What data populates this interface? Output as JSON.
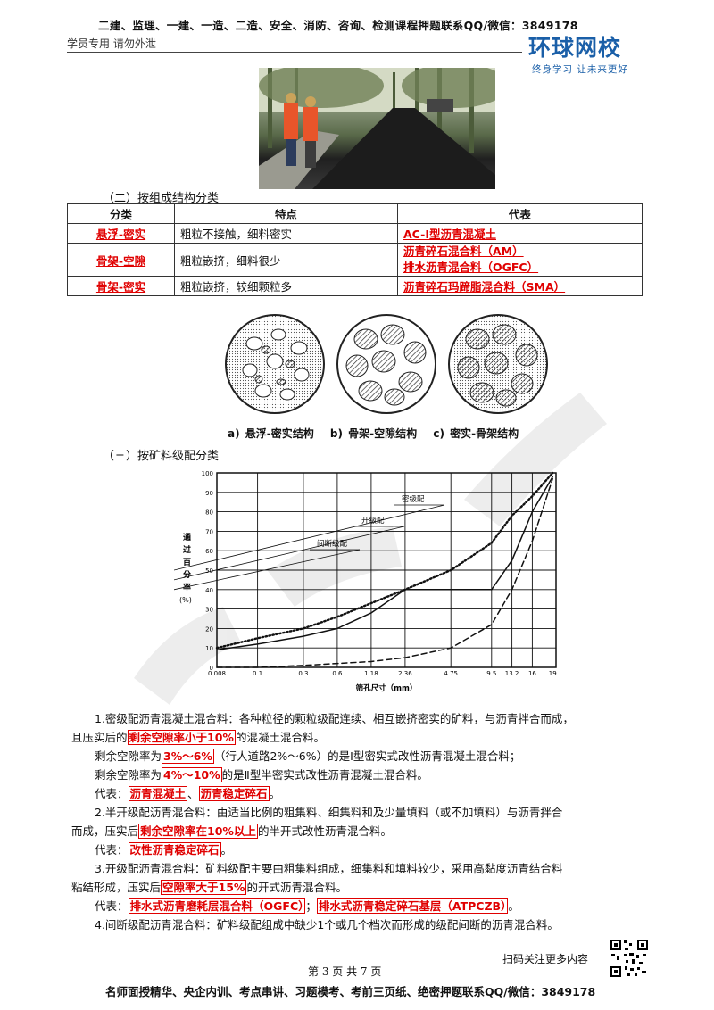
{
  "header": {
    "top_line": "二建、监理、一建、一造、二造、安全、消防、咨询、检测课程押题联系QQ/微信：3849178",
    "left_note": "学员专用 请勿外泄",
    "logo_main": "环球网校",
    "logo_sub": "终身学习 让未来更好"
  },
  "section2": {
    "title": "（二）按组成结构分类",
    "table": {
      "headers": [
        "分类",
        "特点",
        "代表"
      ],
      "rows": [
        {
          "category": "悬浮-密实",
          "feature": "粗粒不接触，细料密实",
          "reps": [
            "AC-Ⅰ型沥青混凝土"
          ]
        },
        {
          "category": "骨架-空隙",
          "feature": "粗粒嵌挤，细料很少",
          "reps": [
            "沥青碎石混合料（AM）",
            "排水沥青混合料（OGFC）"
          ]
        },
        {
          "category": "骨架-密实",
          "feature": "粗粒嵌挤，较细颗粒多",
          "reps": [
            "沥青碎石玛蹄脂混合料（SMA）"
          ]
        }
      ]
    },
    "figure_caption": "a) 悬浮-密实结构　 b) 骨架-空隙结构　 c) 密实-骨架结构"
  },
  "section3": {
    "title": "（三）按矿料级配分类"
  },
  "chart_data": {
    "type": "line",
    "ylabel": "通过百分率(%)",
    "xlabel": "筛孔尺寸（mm）",
    "x_ticks": [
      "0.008",
      "0.1",
      "0.3",
      "0.6",
      "1.18",
      "2.36",
      "4.75",
      "9.5",
      "13.2",
      "16",
      "19"
    ],
    "y_ticks": [
      "0",
      "10",
      "20",
      "30",
      "40",
      "50",
      "60",
      "70",
      "80",
      "90",
      "100"
    ],
    "ylim": [
      0,
      100
    ],
    "series": [
      {
        "name": "密级配",
        "style": "dotted",
        "x_index": [
          0,
          1,
          2,
          3,
          4,
          5,
          6,
          7,
          8,
          9,
          10
        ],
        "values": [
          10,
          15,
          20,
          26,
          33,
          40,
          50,
          64,
          78,
          88,
          100
        ]
      },
      {
        "name": "开级配",
        "style": "dashed",
        "x_index": [
          0,
          1,
          2,
          3,
          4,
          5,
          6,
          7,
          8,
          9,
          10
        ],
        "values": [
          0,
          0,
          1,
          2,
          3,
          5,
          10,
          22,
          40,
          65,
          97
        ]
      },
      {
        "name": "间断级配",
        "style": "solid",
        "x_index": [
          0,
          1,
          2,
          3,
          4,
          5,
          6,
          7,
          8,
          9,
          10
        ],
        "values": [
          9,
          12,
          16,
          20,
          28,
          40,
          40,
          40,
          55,
          80,
          98
        ]
      }
    ],
    "annotations": [
      "密级配",
      "开级配",
      "间断级配"
    ],
    "grid": true
  },
  "paras": {
    "p1a": "1.密级配沥青混凝土混合料：各种粒径的颗粒级配连续、相互嵌挤密实的矿料，与沥青拌合而成，",
    "p1b_pre": "且压实后的",
    "p1b_box": "剩余空隙率小于10%",
    "p1b_post": "的混凝土混合料。",
    "p2_pre": "剩余空隙率为",
    "p2_box": "3%～6%",
    "p2_post": "（行人道路2%～6%）的是Ⅰ型密实式改性沥青混凝土混合料；",
    "p3_pre": "剩余空隙率为",
    "p3_box": "4%～10%",
    "p3_post": "的是Ⅱ型半密实式改性沥青混凝土混合料。",
    "p4_pre": "代表：",
    "p4_box1": "沥青混凝土",
    "p4_sep": "、",
    "p4_box2": "沥青稳定碎石",
    "p4_post": "。",
    "p5a": "2.半开级配沥青混合料：由适当比例的粗集料、细集料和及少量填料（或不加填料）与沥青拌合",
    "p5b_pre": "而成，压实后",
    "p5b_box": "剩余空隙率在10%以上",
    "p5b_post": "的半开式改性沥青混合料。",
    "p6_pre": "代表：",
    "p6_box": "改性沥青稳定碎石",
    "p6_post": "。",
    "p7a": "3.开级配沥青混合料：矿料级配主要由粗集料组成，细集料和填料较少，采用高黏度沥青结合料",
    "p7b_pre": "粘结形成，压实后",
    "p7b_box": "空隙率大于15%",
    "p7b_post": "的开式沥青混合料。",
    "p8_pre": "代表：",
    "p8_box1": "排水式沥青磨耗层混合料（OGFC）",
    "p8_sep": "；",
    "p8_box2": "排水式沥青稳定碎石基层（ATPCZB）",
    "p8_post": "。",
    "p9": "4.间断级配沥青混合料：矿料级配组成中缺少1个或几个档次而形成的级配间断的沥青混合料。"
  },
  "footer": {
    "qr_label": "扫码关注更多内容",
    "page": "第 3 页 共 7 页",
    "bottom_line": "名师面授精华、央企内训、考点串讲、习题模考、考前三页纸、绝密押题联系QQ/微信：3849178"
  },
  "colors": {
    "accent_red": "#e00000",
    "logo_blue": "#1a5fa8"
  }
}
